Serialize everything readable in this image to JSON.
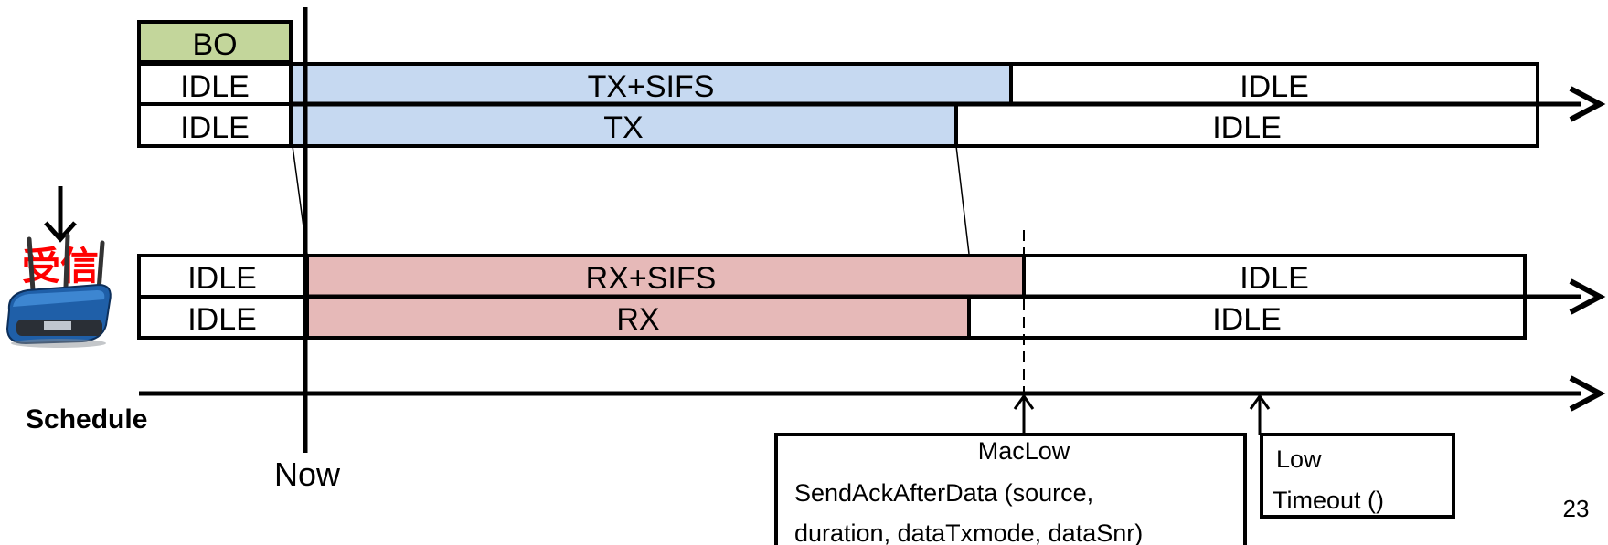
{
  "colors": {
    "tx": "#c6d9f1",
    "rx": "#e6b9b8",
    "backoff": "#c3d69b",
    "receive_label": "#ff0000",
    "idle": "#ffffff"
  },
  "sender": {
    "backoff_label": "BO",
    "tx_sifs_row": {
      "idle_before": "IDLE",
      "busy": "TX+SIFS",
      "idle_after": "IDLE"
    },
    "tx_row": {
      "idle_before": "IDLE",
      "busy": "TX",
      "idle_after": "IDLE"
    }
  },
  "receiver": {
    "receive_label": "受信",
    "icon": "wireless-router-icon",
    "rx_sifs_row": {
      "idle_before": "IDLE",
      "busy": "RX+SIFS",
      "idle_after": "IDLE"
    },
    "rx_row": {
      "idle_before": "IDLE",
      "busy": "RX",
      "idle_after": "IDLE"
    }
  },
  "schedule": {
    "label": "Schedule",
    "now_label": "Now",
    "event_1": {
      "line_1": "MacLow",
      "line_2": "SendAckAfterData (source,",
      "line_3": "duration, dataTxmode, dataSnr)"
    },
    "event_2": {
      "line_1": "Low",
      "line_2": "Timeout ()"
    }
  },
  "page_number": "23"
}
